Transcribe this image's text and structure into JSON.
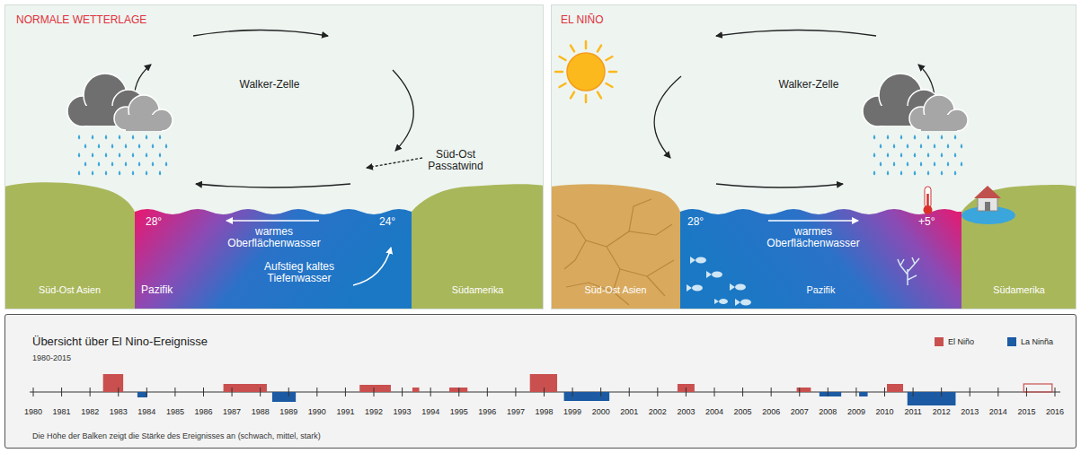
{
  "diagram": {
    "nodes": [
      {
        "text": [
          "NORMALE WETTERLAGE"
        ]
      },
      {
        "text": [
          "Süd-Ost Asien"
        ],
        "in": 0
      },
      {
        "text": [
          "Pazifik"
        ],
        "in": 0
      },
      {
        "text": [
          "Südamerika"
        ],
        "in": 0
      },
      {
        "text": [
          "EL NIÑO"
        ]
      },
      {
        "text": [
          "Süd-Ost Asien"
        ],
        "in": 4
      },
      {
        "text": [
          "Pazifik"
        ],
        "in": 4
      },
      {
        "text": [
          "Südamerika"
        ],
        "in": 4
      },
      {
        "text": [
          "Übersicht über El Nino-Ereignisse",
          "1980-2015",
          "Die Höhe der Balken zeigt die Stärke des Ereignisses an (schwach, mittel, stark)"
        ]
      }
    ],
    "labels": [
      "Walker-Zelle",
      "Süd-Ost Passatwind",
      "28°",
      "warmes Oberflächenwasser",
      "24°",
      "Aufstieg kaltes Tiefenwasser",
      "Walker-Zelle",
      "28°",
      "warmes Oberflächenwasser",
      "+5°",
      "1980",
      "1981",
      "1982",
      "1983",
      "1984",
      "1985",
      "1986",
      "1987",
      "1988",
      "1989",
      "1990",
      "1991",
      "1992",
      "1993",
      "1994",
      "1995",
      "1996",
      "1997",
      "1998",
      "1999",
      "2000",
      "2001",
      "2002",
      "2003",
      "2004",
      "2005",
      "2006",
      "2007",
      "2008",
      "2009",
      "2010",
      "2011",
      "2012",
      "2013",
      "2014",
      "2015",
      "2016"
    ],
    "legend": [
      {
        "text": "El Niño",
        "color": "#c9504f"
      },
      {
        "text": "La Ninña",
        "color": "#1c5aa3"
      }
    ]
  }
}
